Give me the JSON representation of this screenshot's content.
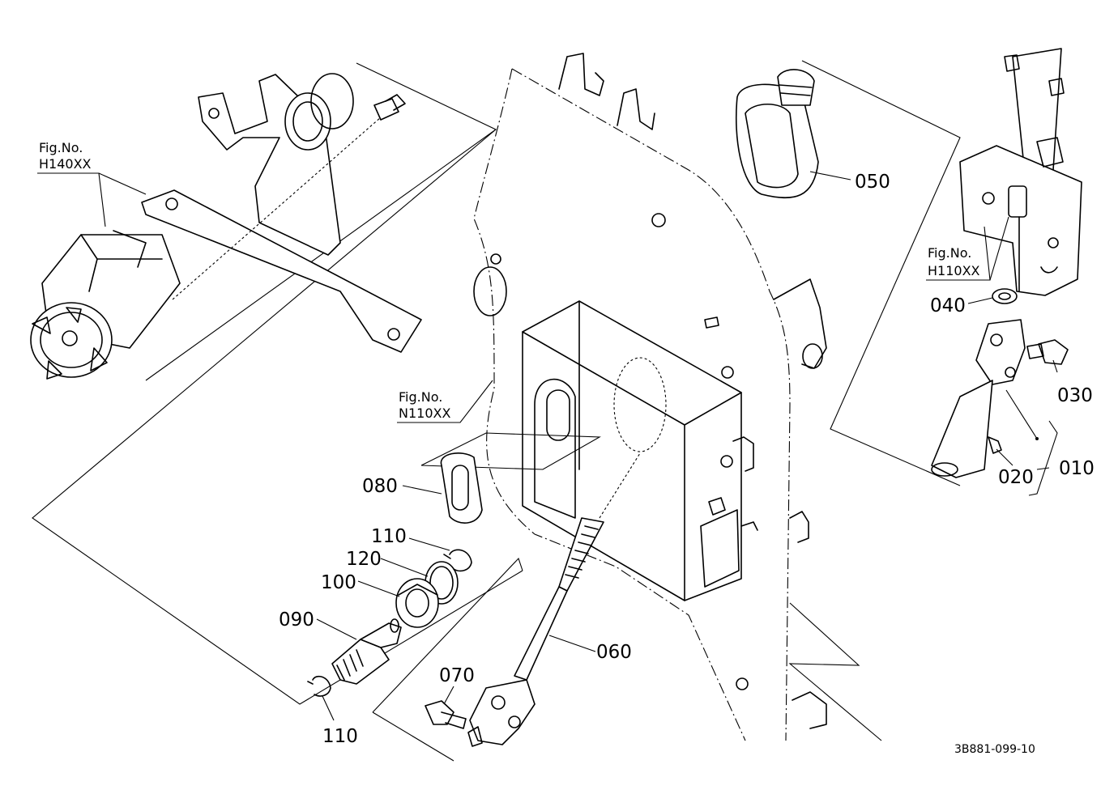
{
  "diagram": {
    "callouts": {
      "c050": "050",
      "c040": "040",
      "c030": "030",
      "c010": "010",
      "c020": "020",
      "c080": "080",
      "c110a": "110",
      "c120": "120",
      "c100": "100",
      "c090": "090",
      "c060": "060",
      "c070": "070",
      "c110b": "110"
    },
    "references": {
      "h140_fig": "Fig.No.",
      "h140_no": "H140XX",
      "n110_fig": "Fig.No.",
      "n110_no": "N110XX",
      "h110_fig": "Fig.No.",
      "h110_no": "H110XX"
    },
    "drawing_code": "3B881-099-10"
  }
}
